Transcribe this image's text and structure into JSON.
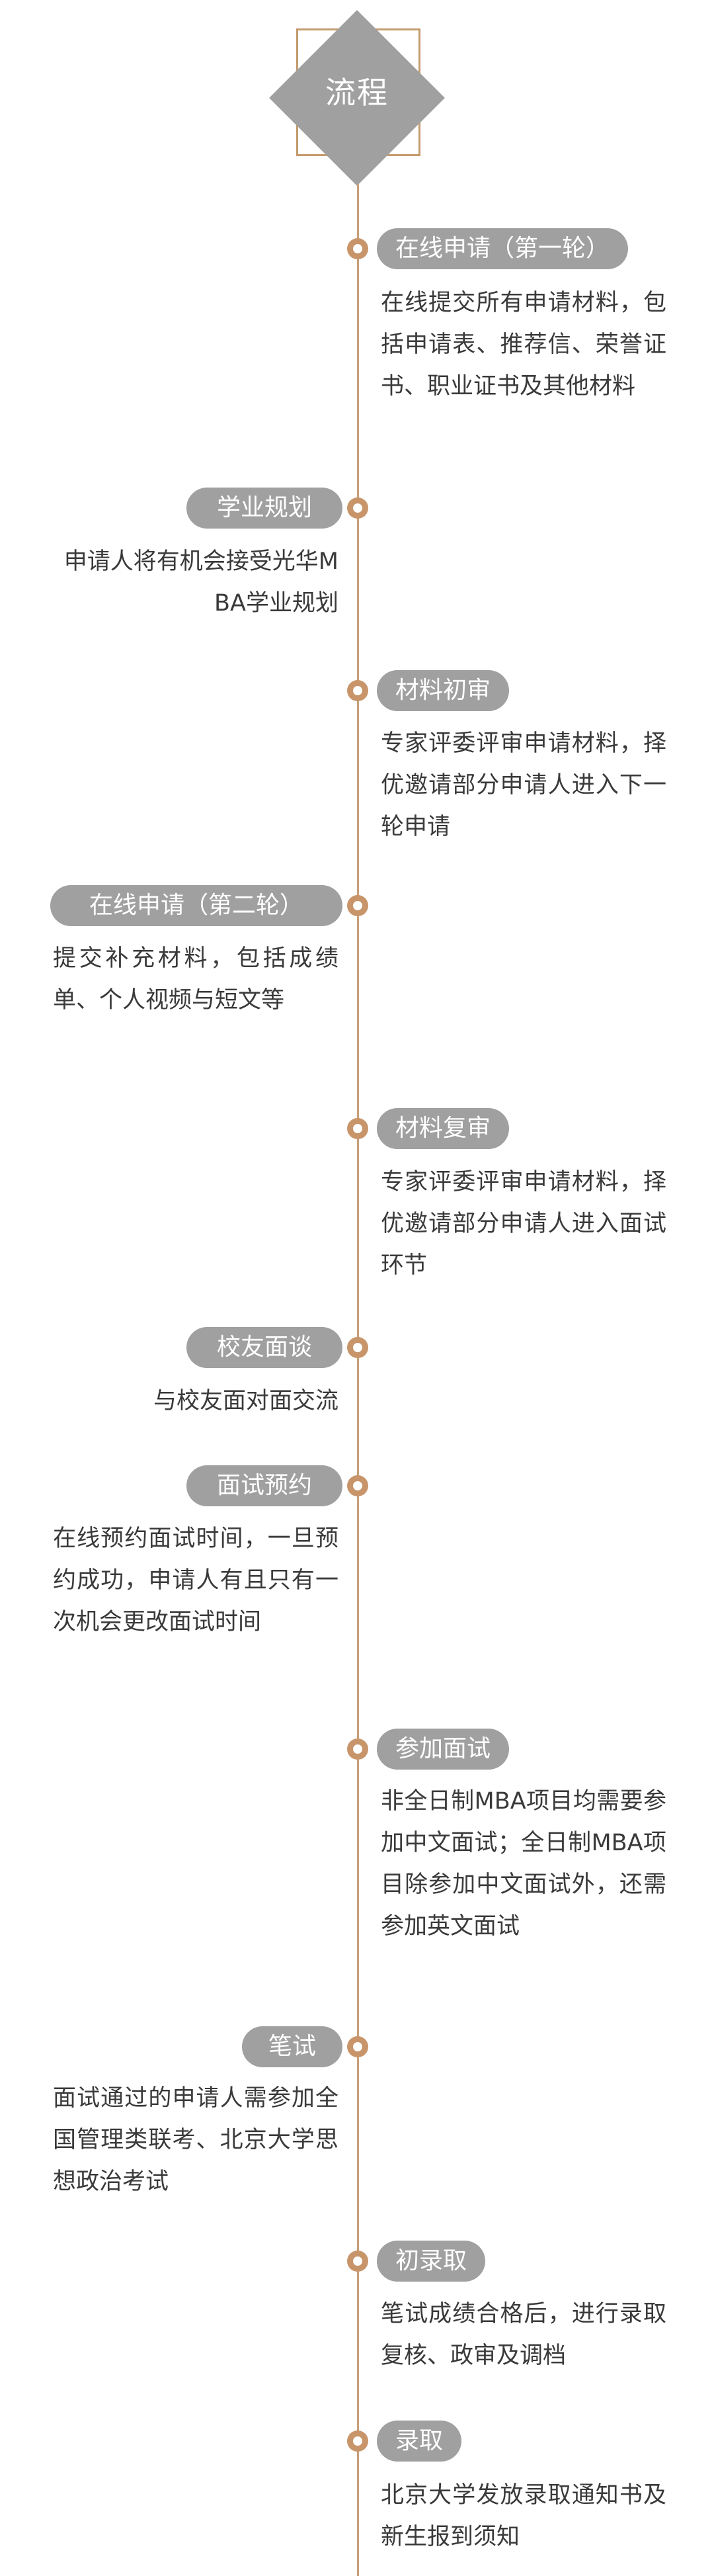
{
  "header": {
    "title": "流程"
  },
  "steps": [
    {
      "label": "在线申请（第一轮）",
      "desc": "在线提交所有申请材料，包括申请表、推荐信、荣誉证书、职业证书及其他材料"
    },
    {
      "label": "学业规划",
      "desc": "申请人将有机会接受光华MBA学业规划"
    },
    {
      "label": "材料初审",
      "desc": "专家评委评审申请材料，择优邀请部分申请人进入下一轮申请"
    },
    {
      "label": "在线申请（第二轮）",
      "desc": "提交补充材料，包括成绩单、个人视频与短文等"
    },
    {
      "label": "材料复审",
      "desc": "专家评委评审申请材料，择优邀请部分申请人进入面试环节"
    },
    {
      "label": "校友面谈",
      "desc": "与校友面对面交流"
    },
    {
      "label": "面试预约",
      "desc": "在线预约面试时间，一旦预约成功，申请人有且只有一次机会更改面试时间"
    },
    {
      "label": "参加面试",
      "desc": "非全日制MBA项目均需要参加中文面试；全日制MBA项目除参加中文面试外，还需参加英文面试"
    },
    {
      "label": "笔试",
      "desc": "面试通过的申请人需参加全国管理类联考、北京大学思想政治考试"
    },
    {
      "label": "初录取",
      "desc": "笔试成绩合格后，进行录取复核、政审及调档"
    },
    {
      "label": "录取",
      "desc": "北京大学发放录取通知书及新生报到须知"
    }
  ],
  "colors": {
    "accent": "#c8956a",
    "pill": "#a0a0a0",
    "text": "#3a3a3a"
  }
}
